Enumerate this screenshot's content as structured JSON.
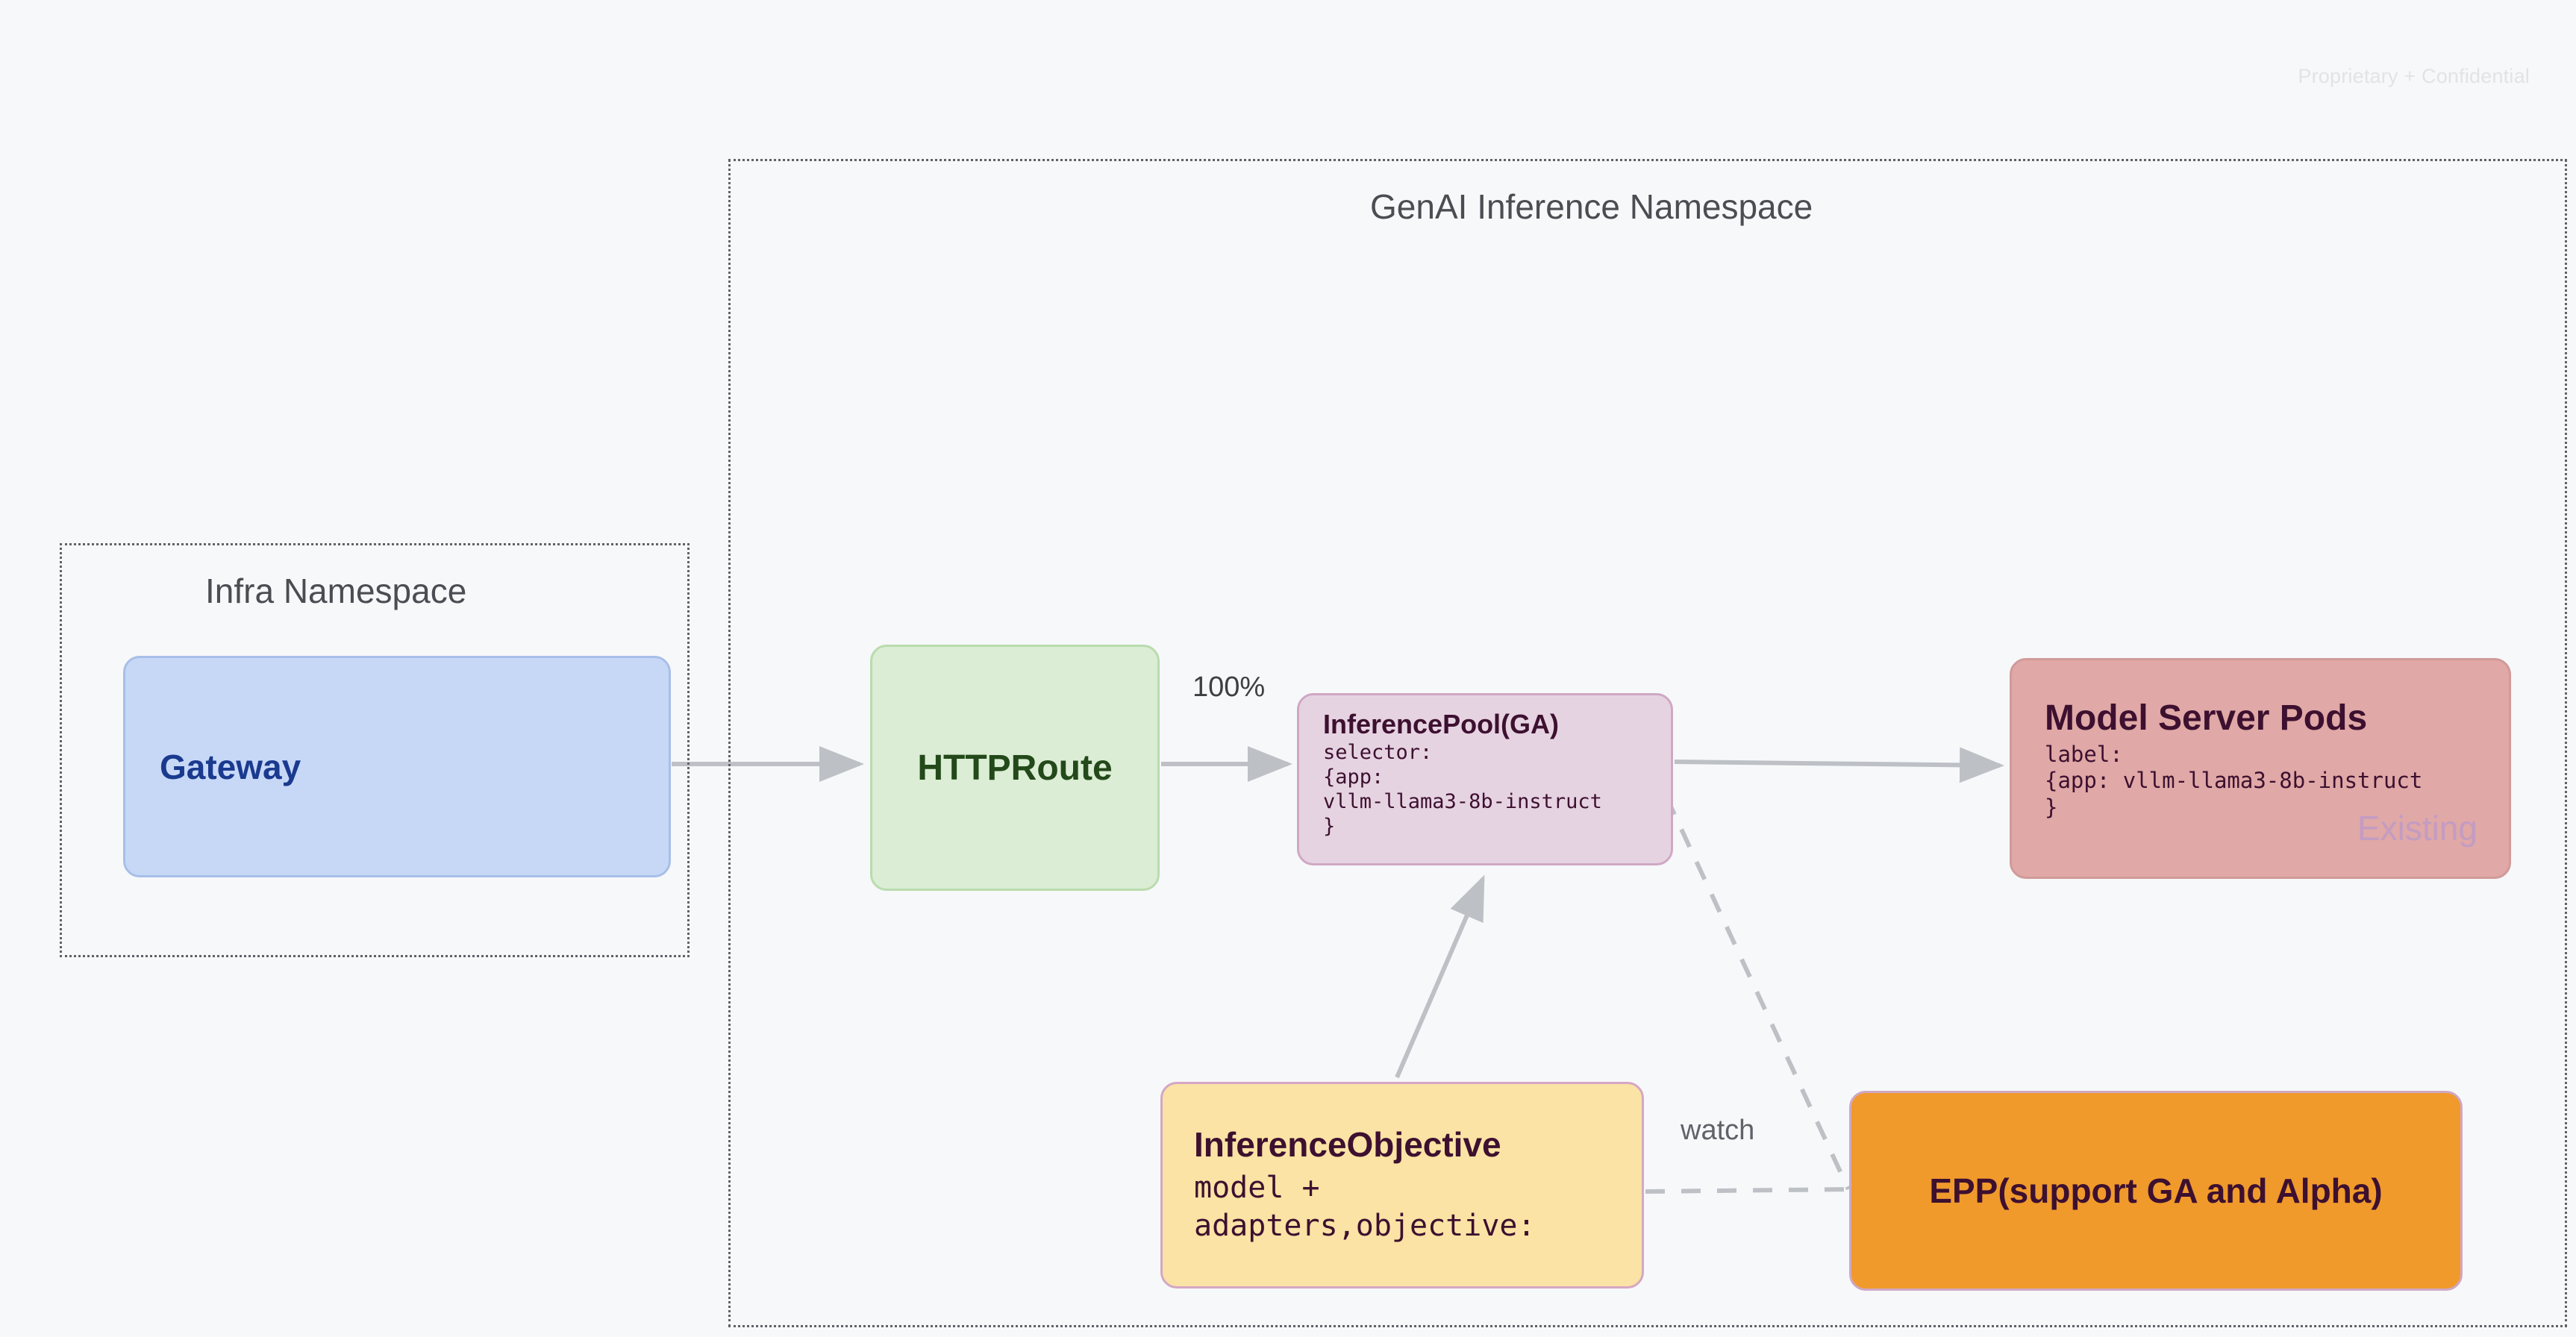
{
  "page": {
    "watermark": "Proprietary + Confidential",
    "background_color": "#f7f8fa"
  },
  "namespaces": [
    {
      "id": "genai",
      "title": "GenAI Inference Namespace",
      "border_style": "dotted",
      "border_color": "#5f6368"
    },
    {
      "id": "infra",
      "title": "Infra Namespace",
      "border_style": "dotted",
      "border_color": "#5f6368"
    }
  ],
  "nodes": {
    "gateway": {
      "title": "Gateway",
      "fill": "#c7d8f7",
      "stroke": "#a7bfe8",
      "text_color": "#1a3a8f"
    },
    "httproute": {
      "title": "HTTPRoute",
      "fill": "#dbedd4",
      "stroke": "#b9dcae",
      "text_color": "#23491a"
    },
    "inferencepool": {
      "title": "InferencePool(GA)",
      "body": "selector:\n{app:\nvllm-llama3-8b-instruct\n}",
      "fill": "#e6d3e1",
      "stroke": "#cfa8c4",
      "text_color": "#3d1030"
    },
    "modelserver": {
      "title": "Model Server Pods",
      "body": "label:\n{app: vllm-llama3-8b-instruct\n}",
      "badge": "Existing",
      "fill": "#e0a8a6",
      "stroke": "#d09b99",
      "text_color": "#3d1030",
      "badge_color": "#c39cc2"
    },
    "inferenceobjective": {
      "title": "InferenceObjective",
      "body": "model +\nadapters,objective:",
      "fill": "#fae3a4",
      "stroke": "#d4a7c4",
      "text_color": "#3d1030"
    },
    "epp": {
      "title": "EPP(support GA and Alpha)",
      "fill": "#f09a2c",
      "stroke": "#cfa8c4",
      "text_color": "#3d1030"
    }
  },
  "edges": [
    {
      "id": "gateway-to-httproute",
      "from": "gateway",
      "to": "httproute",
      "label": "",
      "style": "solid",
      "arrow": true
    },
    {
      "id": "httproute-to-inferencepool",
      "from": "httproute",
      "to": "inferencepool",
      "label": "100%",
      "style": "solid",
      "arrow": true
    },
    {
      "id": "inferencepool-to-modelserver",
      "from": "inferencepool",
      "to": "modelserver",
      "label": "",
      "style": "solid",
      "arrow": true
    },
    {
      "id": "inferenceobjective-to-inferencepool",
      "from": "inferenceobjective",
      "to": "inferencepool",
      "label": "",
      "style": "solid",
      "arrow": true
    },
    {
      "id": "inferencepool-to-epp",
      "from": "inferencepool",
      "to": "epp",
      "label": "",
      "style": "dashed",
      "arrow": false
    },
    {
      "id": "inferenceobjective-to-epp",
      "from": "inferenceobjective",
      "to": "epp",
      "label": "watch",
      "style": "dashed",
      "arrow": false
    }
  ],
  "edge_labels": {
    "traffic_weight": "100%",
    "watch": "watch"
  },
  "colors": {
    "connector": "#bdc1c6",
    "namespace_border": "#5f6368",
    "canvas": "#f7f8fa"
  }
}
